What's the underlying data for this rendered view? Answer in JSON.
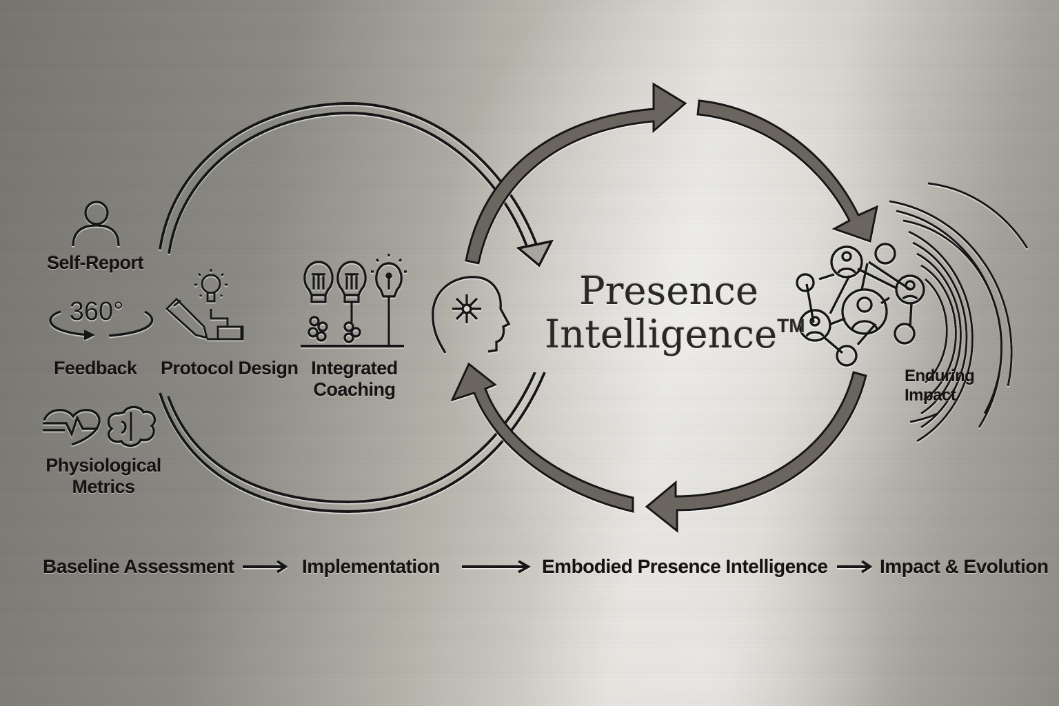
{
  "title": {
    "line1": "Presence",
    "line2": "Intelligence",
    "trademark": "TM"
  },
  "left_items": [
    {
      "id": "self-report",
      "label": "Self-Report",
      "icon": "person-icon"
    },
    {
      "id": "feedback",
      "label": "Feedback",
      "badge": "360°",
      "icon": "rotate-360-icon"
    },
    {
      "id": "physiological",
      "label_line1": "Physiological",
      "label_line2": "Metrics",
      "icon": "heartbeat-brain-icon"
    }
  ],
  "middle_items": [
    {
      "id": "protocol-design",
      "label": "Protocol Design",
      "icon": "pencil-lightbulb-icon"
    },
    {
      "id": "integrated-coaching",
      "label_line1": "Integrated",
      "label_line2": "Coaching",
      "icon": "lightbulbs-growth-icon"
    }
  ],
  "right_item": {
    "id": "enduring-impact",
    "label_line1": "Enduring",
    "label_line2": "Impact",
    "icon": "network-ripple-icon"
  },
  "center_icon": "head-insight-icon",
  "flow": {
    "steps": [
      "Baseline Assessment",
      "Implementation",
      "Embodied Presence Intelligence",
      "Impact & Evolution"
    ],
    "connector": "right-arrow"
  },
  "colors": {
    "engrave": "#141312",
    "arrow_fill": "#6b665e",
    "metal_light": "#e2e0da",
    "metal_dark": "#77756f"
  }
}
